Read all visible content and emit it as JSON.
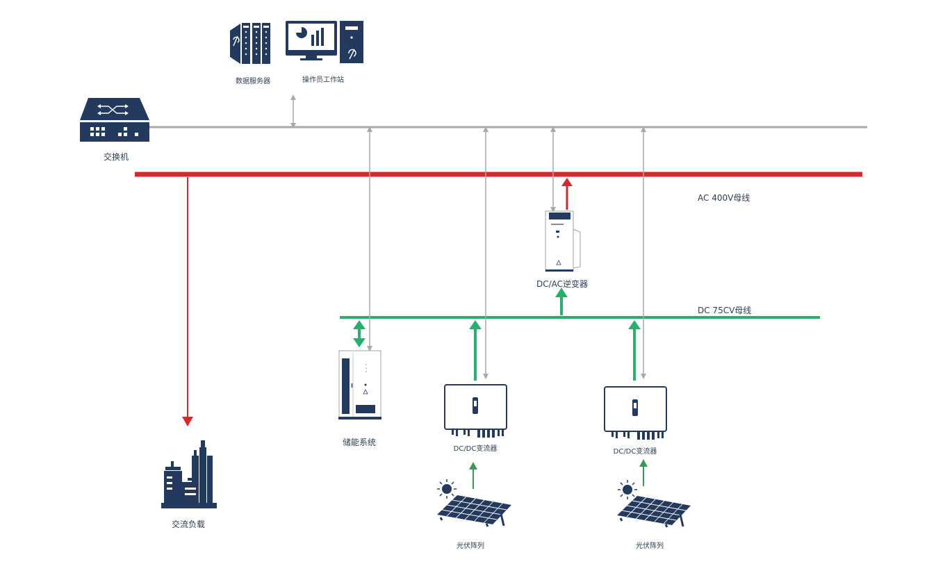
{
  "labels": {
    "data_server": "数据服务器",
    "operator_station": "操作员工作站",
    "switch": "交换机",
    "ac_bus": "AC 400V母线",
    "dc_bus": "DC 75CV母线",
    "dcac_inverter": "DC/AC逆变器",
    "storage": "储能系统",
    "dcdc_1": "DC/DC变流器",
    "dcdc_2": "DC/DC变流器",
    "ac_load": "交流负载",
    "pv_1": "光伏阵列",
    "pv_2": "光伏阵列"
  },
  "colors": {
    "comm_line": "#a9a9a9",
    "ac_bus": "#d42a2e",
    "dc_bus": "#27b06b",
    "pv_arrow": "#3a9a55",
    "equipment": "#233a5e"
  },
  "icons": [
    "server-icon",
    "monitor-icon",
    "pc-tower-icon",
    "network-switch-icon",
    "inverter-cabinet-icon",
    "storage-cabinet-icon",
    "converter-icon",
    "factory-icon",
    "sun-icon",
    "solar-panel-icon"
  ]
}
